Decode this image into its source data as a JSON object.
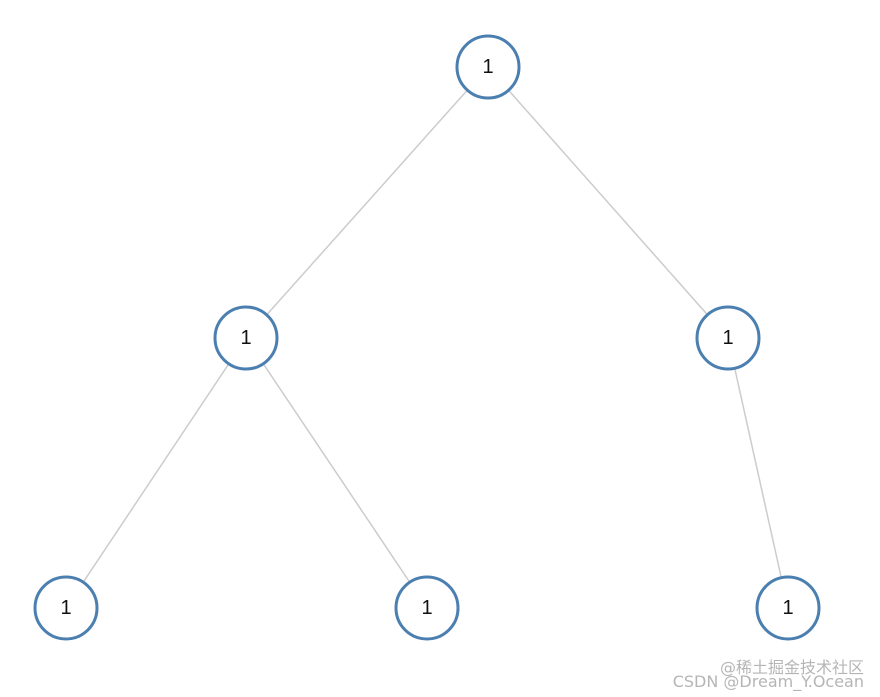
{
  "tree": {
    "nodes": [
      {
        "id": "root",
        "label": "1"
      },
      {
        "id": "left",
        "label": "1"
      },
      {
        "id": "right",
        "label": "1"
      },
      {
        "id": "left-left",
        "label": "1"
      },
      {
        "id": "left-right",
        "label": "1"
      },
      {
        "id": "right-right",
        "label": "1"
      }
    ],
    "edges": [
      {
        "from": "root",
        "to": "left"
      },
      {
        "from": "root",
        "to": "right"
      },
      {
        "from": "left",
        "to": "left-left"
      },
      {
        "from": "left",
        "to": "left-right"
      },
      {
        "from": "right",
        "to": "right-right"
      }
    ],
    "colors": {
      "node_stroke": "#4a7fb0",
      "node_fill": "#ffffff",
      "edge": "#cccccc",
      "label": "#111111"
    }
  },
  "watermark": {
    "line1": "@稀土掘金技术社区",
    "line2": "CSDN @Dream_Y.Ocean"
  }
}
